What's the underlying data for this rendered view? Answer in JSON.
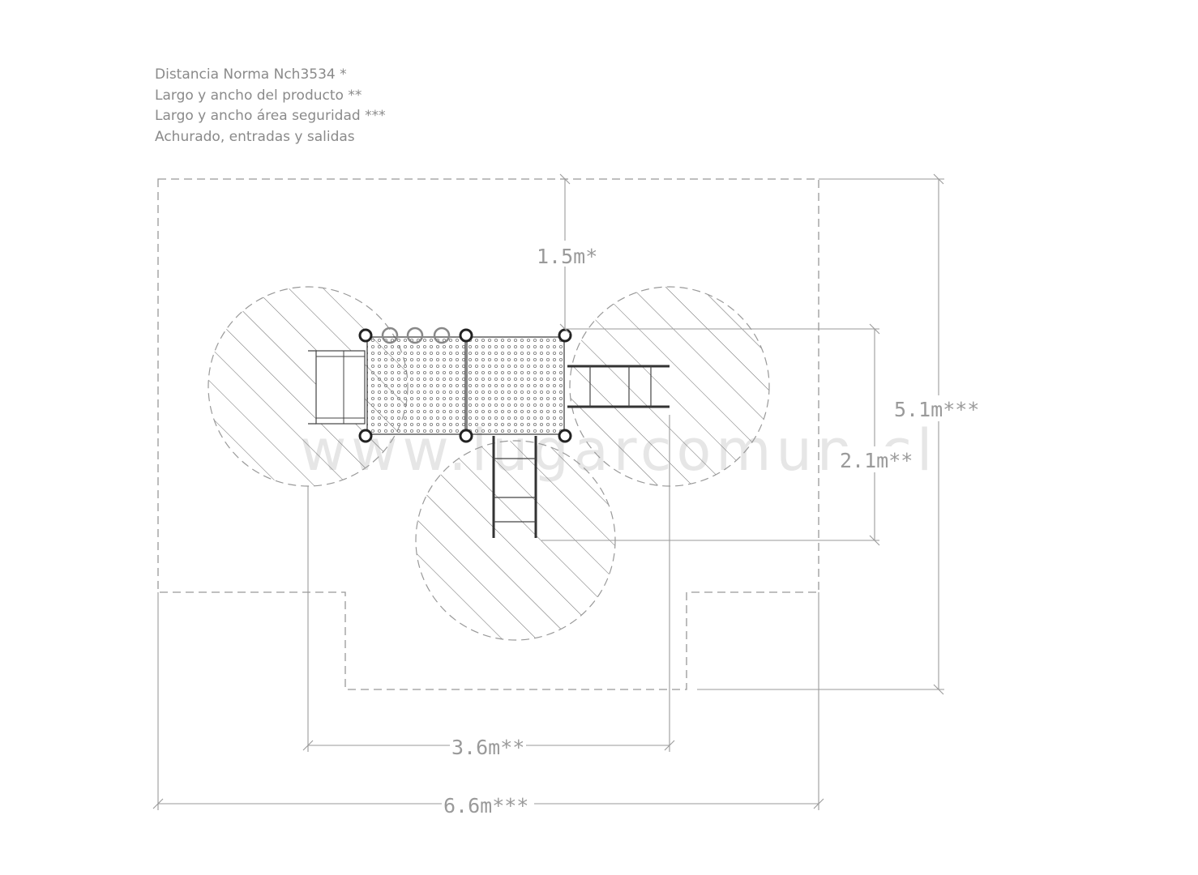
{
  "legend": {
    "line1": "Distancia Norma Nch3534 *",
    "line2": "Largo y ancho del producto **",
    "line3": "Largo y ancho área seguridad ***",
    "line4": "Achurado, entradas y salidas"
  },
  "dimensions": {
    "clearance": "1.5m*",
    "product_length": "3.6m**",
    "product_width": "2.1m**",
    "safety_length": "6.6m***",
    "safety_width": "5.1m***"
  },
  "watermark": "www.lugarcomun.cl",
  "colors": {
    "line": "#9a9a9a",
    "dark": "#333333",
    "text": "#8a8a8a"
  }
}
